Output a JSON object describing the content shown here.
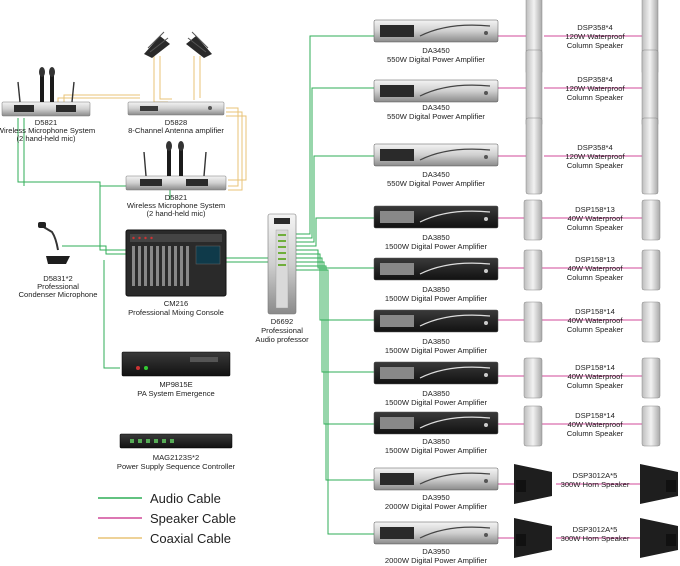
{
  "colors": {
    "audio": "#2fae57",
    "speaker": "#d04a9a",
    "coaxial": "#e8c377"
  },
  "devices": {
    "d5821_main": {
      "model": "D5821",
      "desc1": "Wireless Microphone System",
      "desc2": "(2 hand-held mic)"
    },
    "d5828": {
      "model": "D5828",
      "desc1": "8-Channel Antenna amplifier"
    },
    "d5821_b": {
      "model": "D5821",
      "desc1": "Wireless Microphone System",
      "desc2": "(2 hand-held mic)"
    },
    "d5831": {
      "model": "D5831*2",
      "desc1": "Professional",
      "desc2": "Condenser Microphone"
    },
    "cm216": {
      "model": "CM216",
      "desc1": "Professional Mixing Console"
    },
    "d6692": {
      "model": "D6692",
      "desc1": "Professional",
      "desc2": "Audio professor"
    },
    "mp9815e": {
      "model": "MP9815E",
      "desc1": "PA System Emergence"
    },
    "mag2123s": {
      "model": "MAG2123S*2",
      "desc1": "Power Supply Sequence Controller"
    }
  },
  "amplifiers": [
    {
      "model": "DA3450",
      "desc": "550W Digital Power Amplifier"
    },
    {
      "model": "DA3450",
      "desc": "550W Digital Power Amplifier"
    },
    {
      "model": "DA3450",
      "desc": "550W Digital Power Amplifier"
    },
    {
      "model": "DA3850",
      "desc": "1500W Digital Power Amplifier"
    },
    {
      "model": "DA3850",
      "desc": "1500W Digital Power Amplifier"
    },
    {
      "model": "DA3850",
      "desc": "1500W Digital Power Amplifier"
    },
    {
      "model": "DA3850",
      "desc": "1500W Digital Power Amplifier"
    },
    {
      "model": "DA3850",
      "desc": "1500W Digital Power Amplifier"
    },
    {
      "model": "DA3950",
      "desc": "2000W Digital Power Amplifier"
    },
    {
      "model": "DA3950",
      "desc": "2000W Digital Power Amplifier"
    }
  ],
  "speakers": [
    {
      "model": "DSP358*4",
      "desc1": "120W Waterproof",
      "desc2": "Column Speaker"
    },
    {
      "model": "DSP358*4",
      "desc1": "120W Waterproof",
      "desc2": "Column Speaker"
    },
    {
      "model": "DSP358*4",
      "desc1": "120W Waterproof",
      "desc2": "Column Speaker"
    },
    {
      "model": "DSP158*13",
      "desc1": "40W Waterproof",
      "desc2": "Column Speaker"
    },
    {
      "model": "DSP158*13",
      "desc1": "40W Waterproof",
      "desc2": "Column Speaker"
    },
    {
      "model": "DSP158*14",
      "desc1": "40W Waterproof",
      "desc2": "Column Speaker"
    },
    {
      "model": "DSP158*14",
      "desc1": "40W Waterproof",
      "desc2": "Column Speaker"
    },
    {
      "model": "DSP158*14",
      "desc1": "40W Waterproof",
      "desc2": "Column Speaker"
    },
    {
      "model": "DSP3012A*5",
      "desc1": "300W Horn Speaker",
      "desc2": ""
    },
    {
      "model": "DSP3012A*5",
      "desc1": "300W Horn Speaker",
      "desc2": ""
    }
  ],
  "legend": {
    "audio": "Audio Cable",
    "speaker": "Speaker Cable",
    "coaxial": "Coaxial Cable"
  }
}
